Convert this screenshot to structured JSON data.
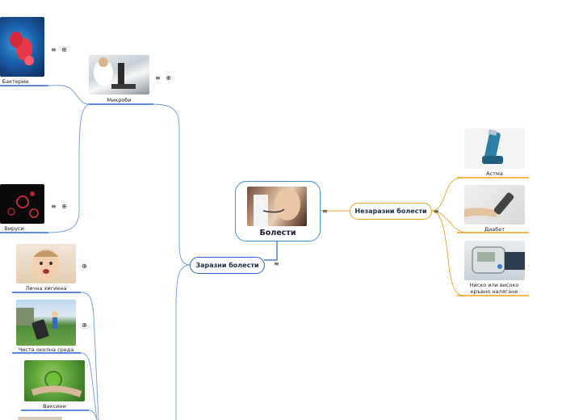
{
  "root": {
    "title": "Болести"
  },
  "branches": {
    "infectious": {
      "label": "Заразни болести",
      "color": "#2a63d4"
    },
    "noninfectious": {
      "label": "Незаразни болести",
      "color": "#f0a020"
    }
  },
  "nodes": {
    "microbes": "Микроби",
    "bacteria": "Бактерии",
    "viruses": "Вируси",
    "hygiene": "Лична хигиена",
    "environment": "Чиста околна среда",
    "vaccines": "Ваксини",
    "asthma": "Астма",
    "diabetes": "Диабет",
    "pressure_line1": "Ниско или високо",
    "pressure_line2": "кръвно налягане"
  },
  "icon_glyphs": {
    "notes": "≡",
    "globe": "⊕",
    "notes_and_link": "≡ ⊕"
  },
  "colors": {
    "blue_line": "#2a63d4",
    "light_blue_line": "#6a9ae0",
    "orange_line": "#f0a020"
  }
}
